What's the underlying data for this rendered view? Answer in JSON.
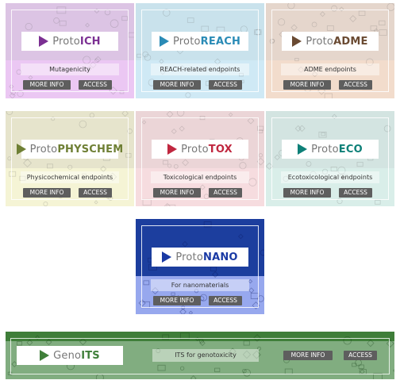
{
  "cards": [
    {
      "prefix": "Proto",
      "suffix": "ICH",
      "desc": "Mutagenicity",
      "more": "MORE INFO",
      "access": "ACCESS",
      "color": "#7b2f92",
      "top_bg": "#dcc4e4",
      "bottom_bg": "#ebc7f3"
    },
    {
      "prefix": "Proto",
      "suffix": "REACH",
      "desc": "REACH-related endpoints",
      "more": "MORE INFO",
      "access": "ACCESS",
      "color": "#2a8bb6",
      "top_bg": "#c9e2ec",
      "bottom_bg": "#cfe9f5"
    },
    {
      "prefix": "Proto",
      "suffix": "ADME",
      "desc": "ADME endpoints",
      "more": "MORE INFO",
      "access": "ACCESS",
      "color": "#6a4a32",
      "top_bg": "#e5d6cc",
      "bottom_bg": "#f2dccc"
    },
    {
      "prefix": "Proto",
      "suffix": "PHYSCHEM",
      "desc": "Physicochemical endpoints",
      "more": "MORE INFO",
      "access": "ACCESS",
      "color": "#6e7f34",
      "top_bg": "#e6e4cc",
      "bottom_bg": "#f5f4d5"
    },
    {
      "prefix": "Proto",
      "suffix": "TOX",
      "desc": "Toxicological endpoints",
      "more": "MORE INFO",
      "access": "ACCESS",
      "color": "#c0273f",
      "top_bg": "#ebd5d7",
      "bottom_bg": "#f6dcdf"
    },
    {
      "prefix": "Proto",
      "suffix": "ECO",
      "desc": "Ecotoxicological endpoints",
      "more": "MORE INFO",
      "access": "ACCESS",
      "color": "#0e8078",
      "top_bg": "#d3e4e1",
      "bottom_bg": "#d9eee9"
    },
    {
      "prefix": "Proto",
      "suffix": "NANO",
      "desc": "For nanomaterials",
      "more": "MORE INFO",
      "access": "ACCESS",
      "color": "#1a3aa4",
      "top_bg": "#1c3e9e",
      "bottom_bg": "#97a8ee"
    }
  ],
  "banner": {
    "prefix": "Geno",
    "suffix": "ITS",
    "desc": "ITS for genotoxicity",
    "more": "MORE INFO",
    "access": "ACCESS",
    "color": "#3f7f3a",
    "top_bg": "#3f7e39",
    "bottom_bg": "#81ad80"
  }
}
